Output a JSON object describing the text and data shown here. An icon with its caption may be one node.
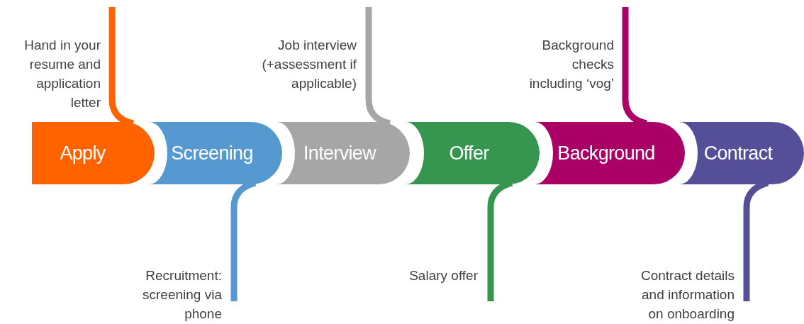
{
  "diagram": {
    "nodes": [
      {
        "text": [
          "Apply"
        ]
      },
      {
        "text": [
          "Screening"
        ]
      },
      {
        "text": [
          "Interview"
        ]
      },
      {
        "text": [
          "Offer"
        ]
      },
      {
        "text": [
          "Background"
        ]
      },
      {
        "text": [
          "Contract"
        ]
      }
    ],
    "labels": [
      "Hand in your resume and application letter",
      "Job interview (+assessment if applicable)",
      "Background checks including ‘vog’",
      "Recruitment: screening via phone",
      "Salary offer",
      "Contract details and information on onboarding"
    ]
  }
}
